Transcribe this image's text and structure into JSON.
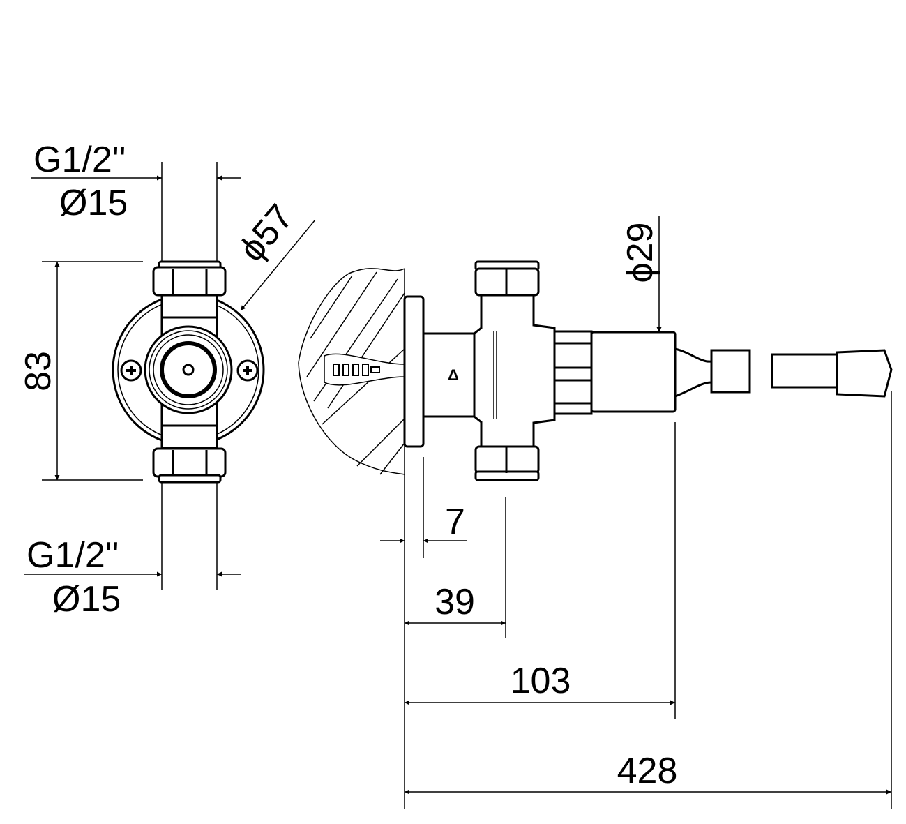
{
  "drawing": {
    "front_view": {
      "top_thread": "G1/2''",
      "top_diameter": "Ø15",
      "bottom_thread": "G1/2''",
      "bottom_diameter": "Ø15",
      "height": "83",
      "flange_diameter": "ϕ57"
    },
    "side_view": {
      "flange_thickness": "7",
      "inlet_offset": "39",
      "body_length": "103",
      "total_length": "428",
      "body_diameter": "ϕ29"
    }
  }
}
